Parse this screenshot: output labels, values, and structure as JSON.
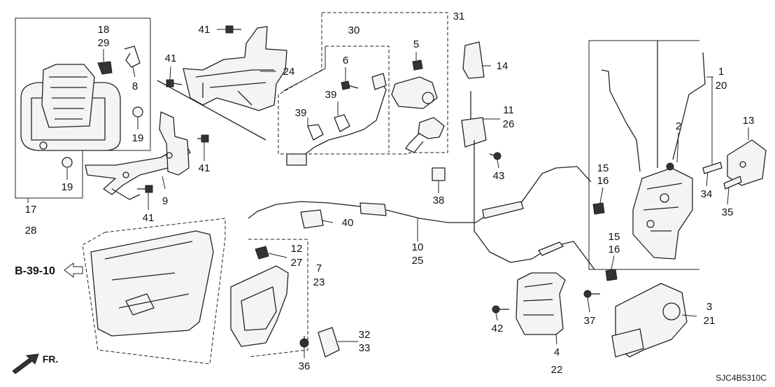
{
  "labels": {
    "p1": "1",
    "p2": "2",
    "p3": "3",
    "p4": "4",
    "p5": "5",
    "p6": "6",
    "p7": "7",
    "p8": "8",
    "p9": "9",
    "p10": "10",
    "p11": "11",
    "p12": "12",
    "p13": "13",
    "p14": "14",
    "p15a": "15",
    "p15b": "15",
    "p16a": "16",
    "p16b": "16",
    "p17": "17",
    "p18": "18",
    "p19a": "19",
    "p19b": "19",
    "p20": "20",
    "p21": "21",
    "p22": "22",
    "p23": "23",
    "p24": "24",
    "p25": "25",
    "p26": "26",
    "p27": "27",
    "p28": "28",
    "p29": "29",
    "p30": "30",
    "p31": "31",
    "p32": "32",
    "p33": "33",
    "p34": "34",
    "p35": "35",
    "p36": "36",
    "p37": "37",
    "p38": "38",
    "p39a": "39",
    "p39b": "39",
    "p40": "40",
    "p41a": "41",
    "p41b": "41",
    "p41c": "41",
    "p41d": "41",
    "p42": "42",
    "p43": "43"
  },
  "reference": "B-39-10",
  "front_label": "FR.",
  "diagram_code": "SJC4B5310C"
}
